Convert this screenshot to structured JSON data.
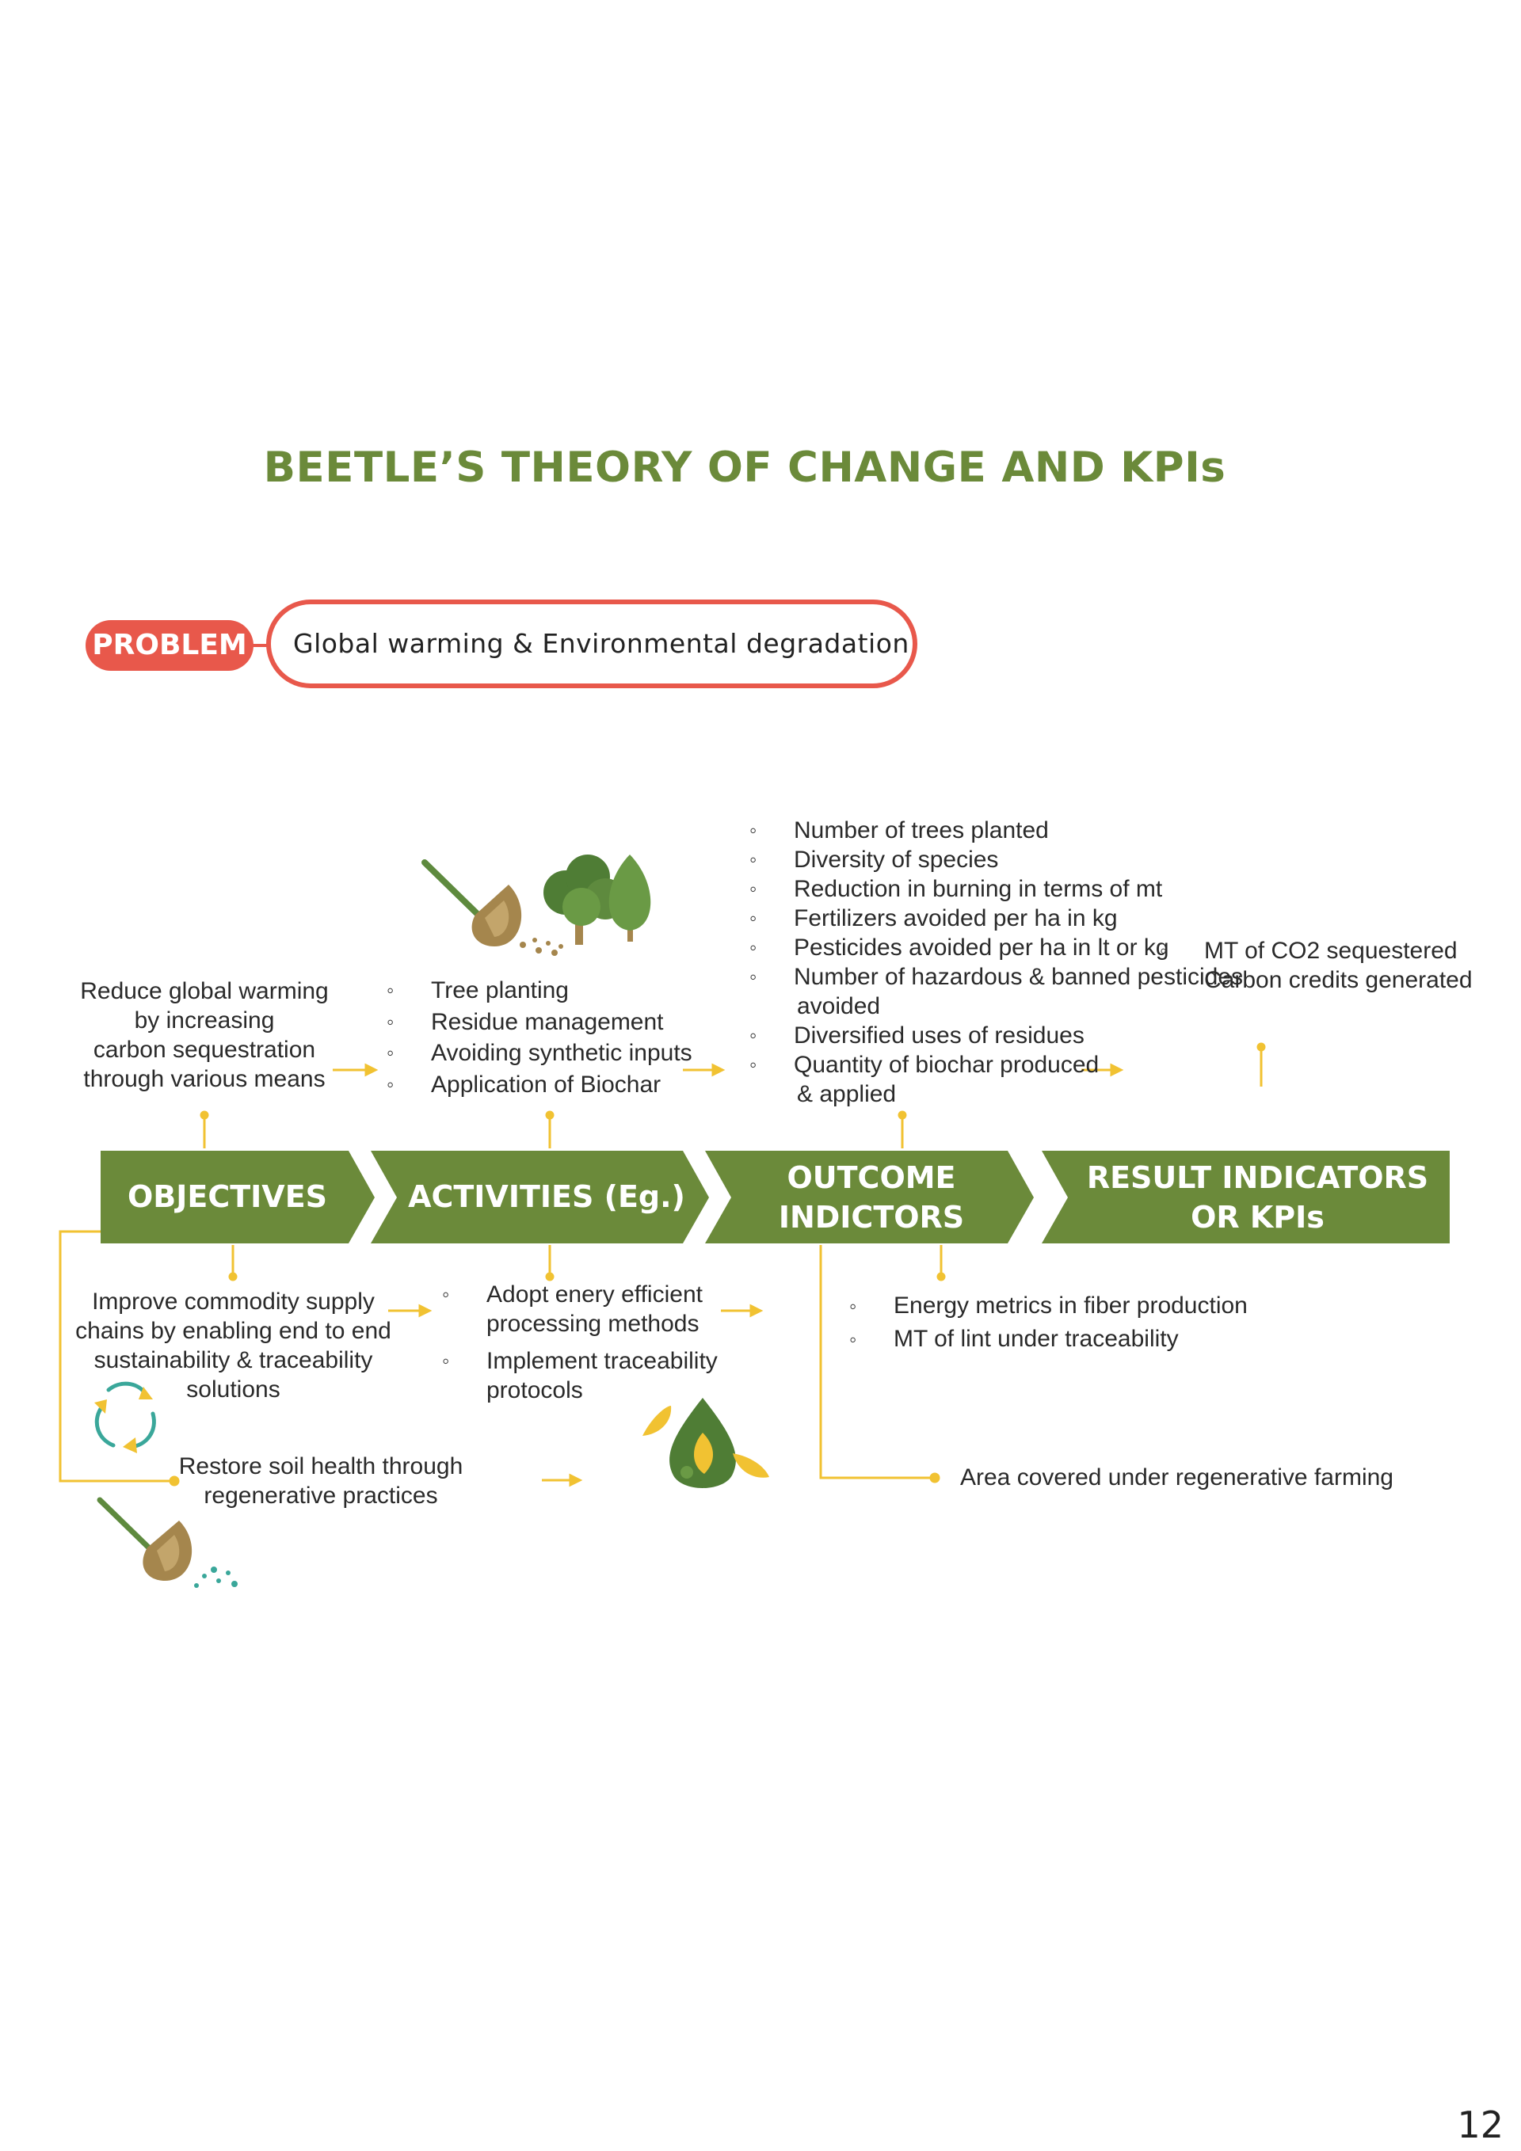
{
  "title": "BEETLE’S THEORY OF CHANGE AND KPIs",
  "problem": {
    "badge": "PROBLEM",
    "statement": "Global warming & Environmental degradation"
  },
  "stages": [
    {
      "label": "OBJECTIVES"
    },
    {
      "label": "ACTIVITIES (Eg.)"
    },
    {
      "label": "OUTCOME\nINDICTORS"
    },
    {
      "label": "RESULT INDICATORS\nOR KPIs"
    }
  ],
  "upper": {
    "objective": "Reduce global warming\nby increasing\ncarbon sequestration\nthrough various means",
    "activities": [
      "Tree planting",
      "Residue management",
      "Avoiding synthetic inputs",
      "Application of Biochar"
    ],
    "outcomes": [
      "Number of trees planted",
      "Diversity of species",
      "Reduction in burning in terms of mt",
      "Fertilizers avoided per ha in kg",
      "Pesticides avoided per ha in lt or kg",
      "Number of hazardous & banned pesticides",
      "Diversified uses of residues",
      "Quantity of biochar produced"
    ],
    "outcome_continuations": {
      "avoided": "avoided",
      "applied": "& applied"
    },
    "results": [
      "MT of CO2 sequestered",
      "Carbon credits generated"
    ]
  },
  "lower": {
    "objective1": "Improve commodity supply\nchains by enabling end to end\nsustainability & traceability\nsolutions",
    "activities1": [
      "Adopt enery efficient\nprocessing methods",
      "Implement traceability\nprotocols"
    ],
    "outcomes1": [
      "Energy metrics in fiber production",
      "MT of lint under traceability"
    ],
    "objective2": "Restore soil health through\nregenerative practices",
    "outcome2": "Area covered under regenerative farming"
  },
  "page_number": "12",
  "colors": {
    "title_green": "#6b8a3a",
    "band_green": "#6b8a3a",
    "problem_red": "#e8584b",
    "connector_yellow": "#f1c232",
    "shovel_brown": "#a5864d",
    "tree_green": "#5e8a3e",
    "recycle_teal": "#3aa79a"
  },
  "icons": [
    "shovel-icon",
    "trees-icon",
    "recycle-icon",
    "leaf-drop-icon"
  ]
}
